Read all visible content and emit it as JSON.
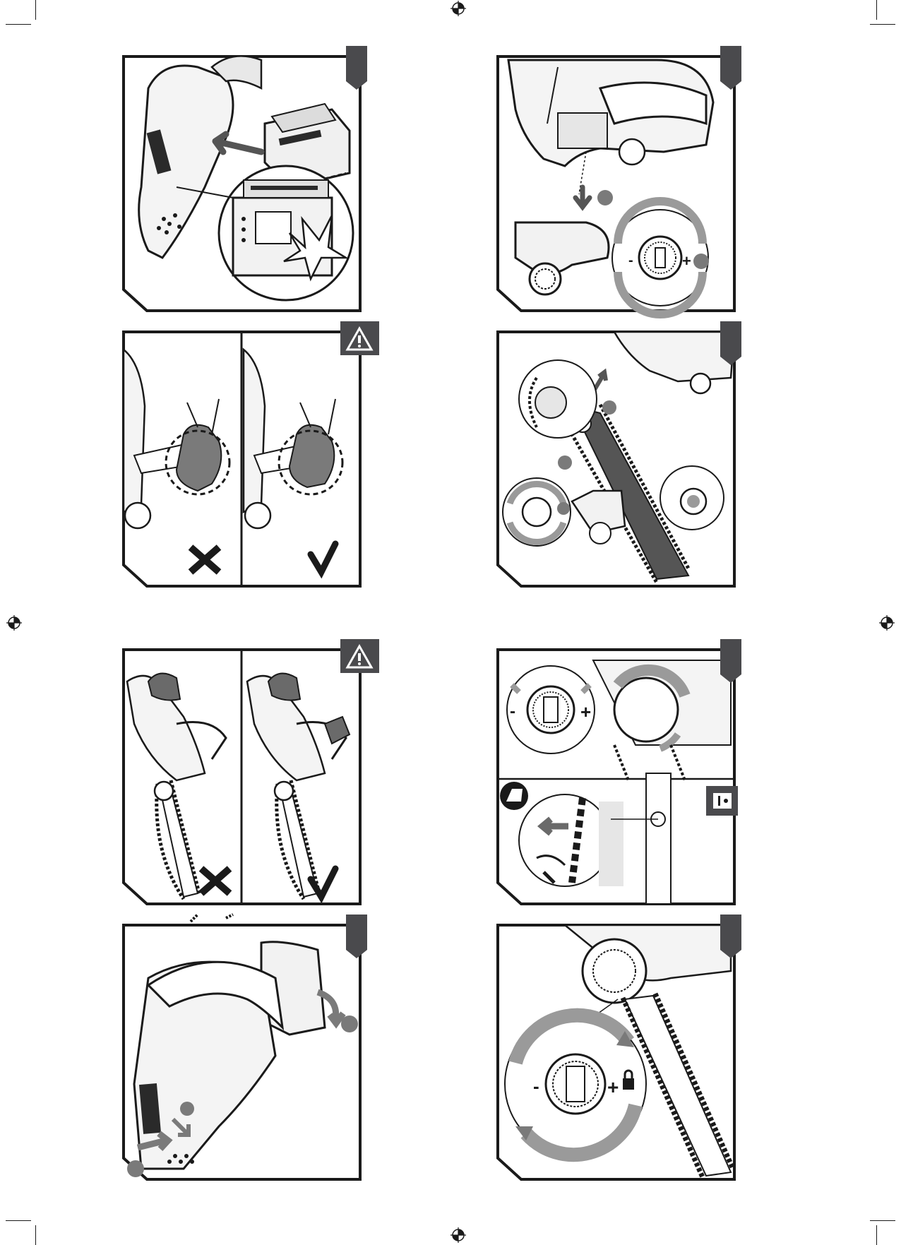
{
  "page": {
    "background": "#ffffff",
    "ink": "#1a1a1a",
    "tab_color": "#4a4a4d",
    "wheel_color": "#9a9a9a"
  },
  "panels": [
    {
      "id": "attach-battery",
      "content": "chainsaw-battery-insert",
      "icons": [
        "arrow-icon",
        "click-burst-icon"
      ]
    },
    {
      "id": "remove-cover",
      "content": "side-cover-removal",
      "icons": [
        "arrow-icon",
        "minus-plus-dial-icon"
      ]
    },
    {
      "id": "wear-gloves-warning",
      "content": "gloved-hand-on-bar",
      "icons": [
        "warning-icon",
        "cross-mark-icon",
        "check-mark-icon"
      ]
    },
    {
      "id": "install-bar-chain",
      "content": "bar-and-chain-mounting",
      "icons": [
        "arrow-icon",
        "minus-plus-dial-icon"
      ]
    },
    {
      "id": "hold-saw-warning",
      "content": "two-handed-grip",
      "icons": [
        "warning-icon",
        "cross-mark-icon",
        "check-mark-icon"
      ]
    },
    {
      "id": "tension-chain",
      "content": "tension-dial-and-chain-check",
      "icons": [
        "minus-plus-dial-icon",
        "glove-icon",
        "info-icon"
      ]
    },
    {
      "id": "chain-brake",
      "content": "front-hand-guard-switch",
      "icons": [
        "arrow-icon"
      ]
    },
    {
      "id": "lock-dial",
      "content": "tension-dial-lock",
      "icons": [
        "minus-plus-dial-icon",
        "lock-icon"
      ]
    }
  ],
  "dial_signs": {
    "minus": "-",
    "plus": "+"
  }
}
